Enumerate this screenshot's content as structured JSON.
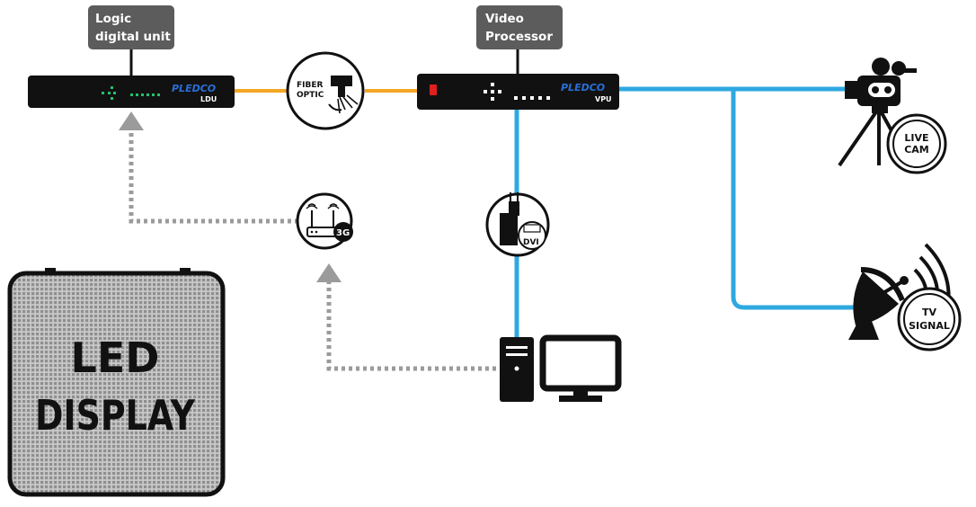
{
  "labels": {
    "ldu_callout": [
      "Logic",
      "digital unit"
    ],
    "vpu_callout": [
      "Video",
      "Processor"
    ]
  },
  "devices": {
    "ldu": {
      "brand": "PLEDCO",
      "model": "LDU"
    },
    "vpu": {
      "brand": "PLEDCO",
      "model": "VPU"
    }
  },
  "badges": {
    "fiber_optic": [
      "FIBER",
      "OPTIC"
    ],
    "router_3g": "3G",
    "dvi": "DVI",
    "live_cam": [
      "LIVE",
      "CAM"
    ],
    "tv_signal": [
      "TV",
      "SIGNAL"
    ]
  },
  "led_display": [
    "LED",
    "DISPLAY"
  ],
  "colors": {
    "fiber_link": "#F5A623",
    "video_link": "#2FA8E0",
    "wireless_link": "#9B9B9B",
    "callout_bg": "#5C5C5C",
    "device_body": "#111111",
    "brand_blue": "#2A6FD8",
    "status_green": "#22C16B",
    "status_red": "#E02020",
    "panel_bg": "#BDBDBD"
  },
  "icons": [
    "fiber-optic-icon",
    "wireless-router-icon",
    "dvi-connector-icon",
    "desktop-computer-icon",
    "video-camera-icon",
    "satellite-dish-icon"
  ]
}
